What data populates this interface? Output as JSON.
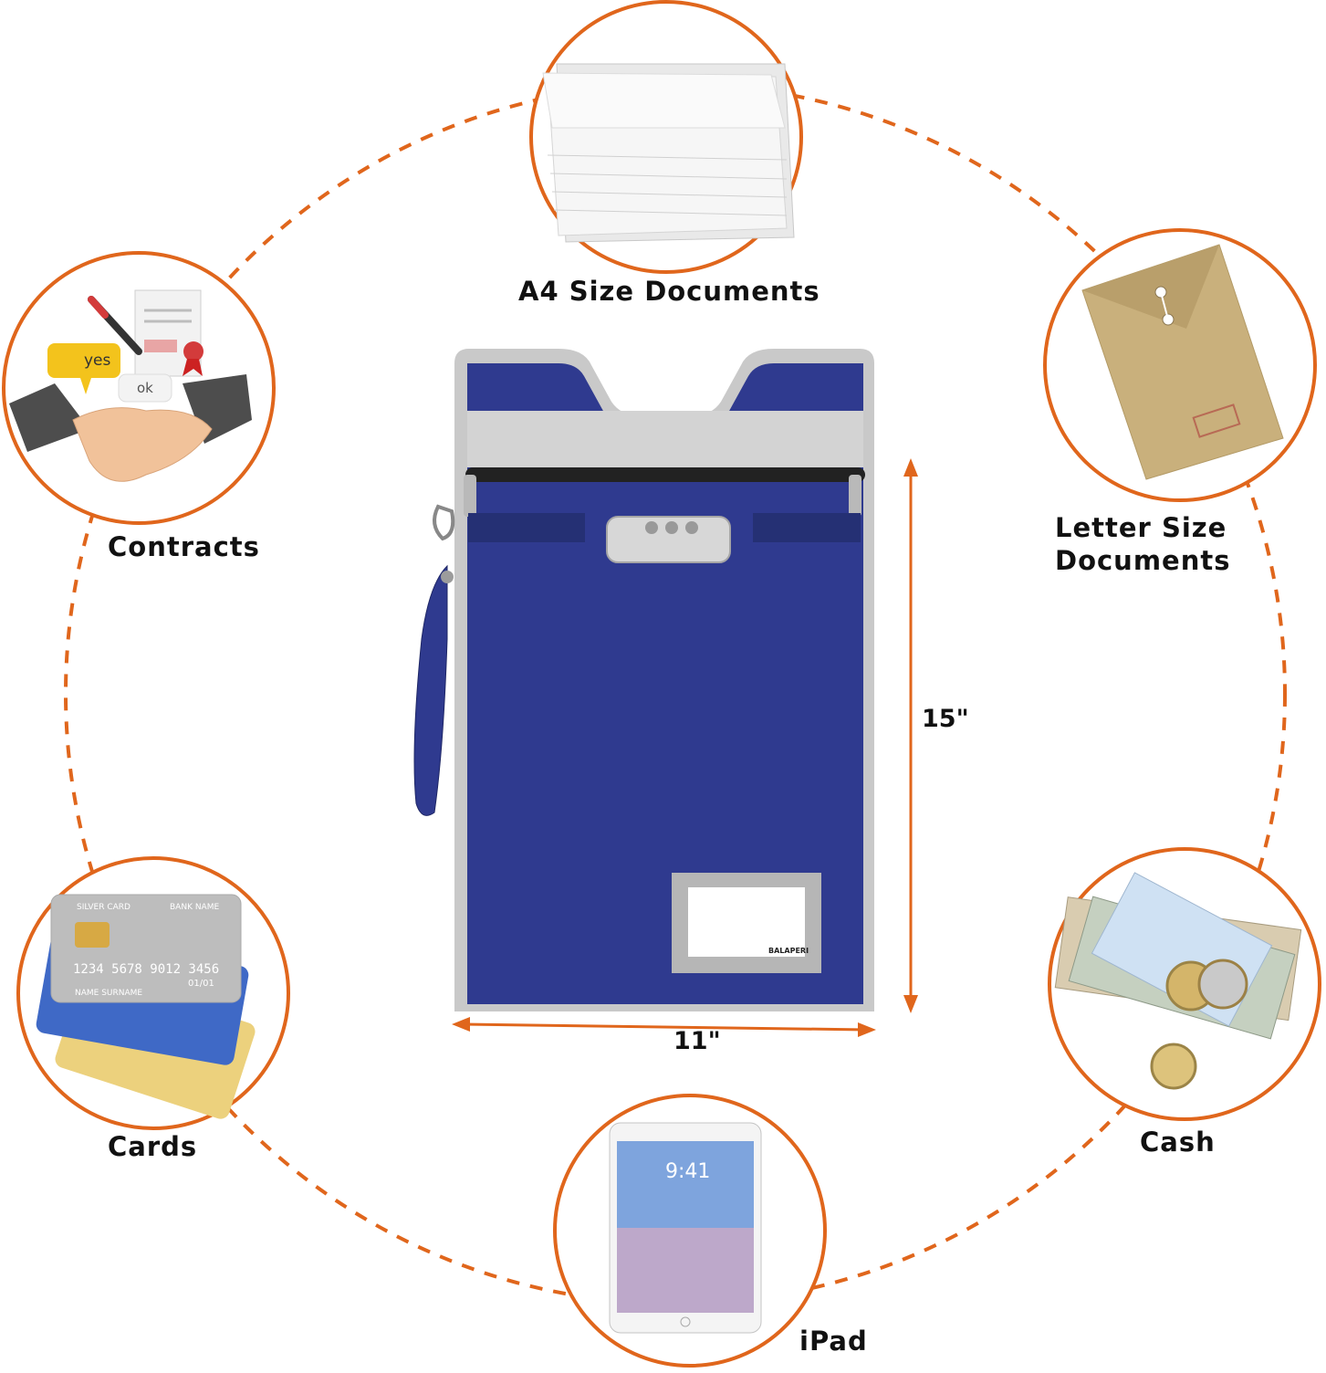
{
  "labels": {
    "a4": "A4 Size Documents",
    "contracts": "Contracts",
    "letter_line1": "Letter Size",
    "letter_line2": "Documents",
    "cards": "Cards",
    "cash": "Cash",
    "ipad": "iPad"
  },
  "dimensions": {
    "height": "15\"",
    "width": "11\""
  },
  "illustrations": {
    "contracts_bubble_1": "yes",
    "contracts_bubble_2": "ok",
    "card_front_top_left": "SILVER CARD",
    "card_front_top_right": "BANK NAME",
    "card_number": "1234 5678 9012 3456",
    "card_expiry": "01/01",
    "card_name": "NAME SURNAME",
    "ipad_time": "9:41",
    "brand": "BALAPERI"
  },
  "colors": {
    "accent_orange": "#e0661c",
    "bag_blue": "#2f3a8f",
    "bag_trim": "#c9c9c9"
  }
}
